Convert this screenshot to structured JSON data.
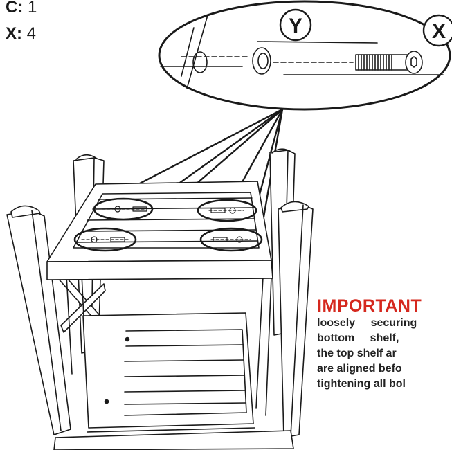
{
  "parts_list": [
    {
      "label": "C:",
      "qty": "1"
    },
    {
      "label": "X:",
      "qty": "4"
    }
  ],
  "header_fragment": "””",
  "callouts": {
    "y": "Y",
    "x": "X"
  },
  "important": {
    "title": "IMPORTANT",
    "lines": [
      "loosely securing",
      "bottom shelf,",
      "the top shelf ar",
      "are aligned befo",
      "tightening all bol"
    ]
  },
  "colors": {
    "line": "#1a1a1a",
    "important_title": "#d5281e"
  }
}
